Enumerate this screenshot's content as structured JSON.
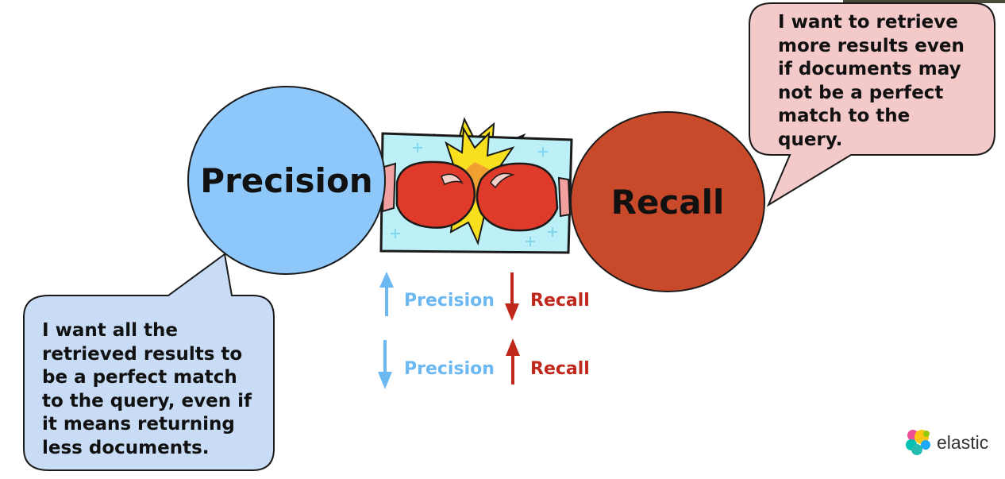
{
  "circles": {
    "precision_label": "Precision",
    "recall_label": "Recall"
  },
  "bubbles": {
    "left_text": "I want all the retrieved results to be a perfect match to the query, even if it means returning less documents.",
    "right_text": "I want to retrieve more results even if documents may not be a perfect match to the query."
  },
  "tradeoff": {
    "row1": {
      "precision_label": "Precision",
      "precision_direction": "up",
      "recall_label": "Recall",
      "recall_direction": "down"
    },
    "row2": {
      "precision_label": "Precision",
      "precision_direction": "down",
      "recall_label": "Recall",
      "recall_direction": "up"
    }
  },
  "brand": {
    "logo_text": "elastic"
  },
  "colors": {
    "precision_blue": "#8ec8fb",
    "recall_red": "#c84a2a",
    "bubble_left_fill": "#c8dcf6",
    "bubble_right_fill": "#f3c9c9",
    "arrow_blue": "#6cb8f2",
    "arrow_red": "#c0281c",
    "glove_red": "#e03a2a",
    "spark_yellow": "#f8e01e",
    "spark_orange": "#f0a030",
    "box_cyan": "#bdf0f6"
  },
  "icons": [
    "boxing-gloves-icon",
    "arrow-up-icon",
    "arrow-down-icon",
    "elastic-logo-icon"
  ]
}
